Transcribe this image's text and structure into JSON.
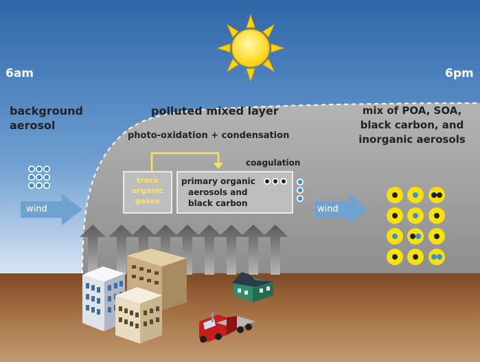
{
  "labels": {
    "time_start": "6am",
    "time_end": "6pm",
    "background": [
      "background",
      "aerosol"
    ],
    "mixed_layer": "polluted mixed layer",
    "process": "photo-oxidation + condensation",
    "coagulation": "coagulation",
    "trace_gases": [
      "trace",
      "organic",
      "gases"
    ],
    "primary": [
      "primary organic",
      "aerosols and",
      "black carbon"
    ],
    "mix": [
      "mix of POA, SOA,",
      "black carbon, and",
      "inorganic aerosols"
    ],
    "wind_left": "wind",
    "wind_right": "wind"
  },
  "icons": [
    "sun-icon",
    "aerosol-particle-icon",
    "wind-arrow-icon",
    "upward-arrow-icon",
    "office-building-icon",
    "house-icon",
    "truck-icon"
  ],
  "colors": {
    "sky_top": "#2d66a8",
    "sky_bottom": "#ffffff",
    "mixed_layer": "#a6a6a6",
    "ground": "#7a4a28",
    "highlight_yellow": "#ffe45a",
    "particle_blue": "#3f8fd0",
    "particle_yellow": "#f6e20a",
    "wind_arrow": "#6fa2cf"
  }
}
